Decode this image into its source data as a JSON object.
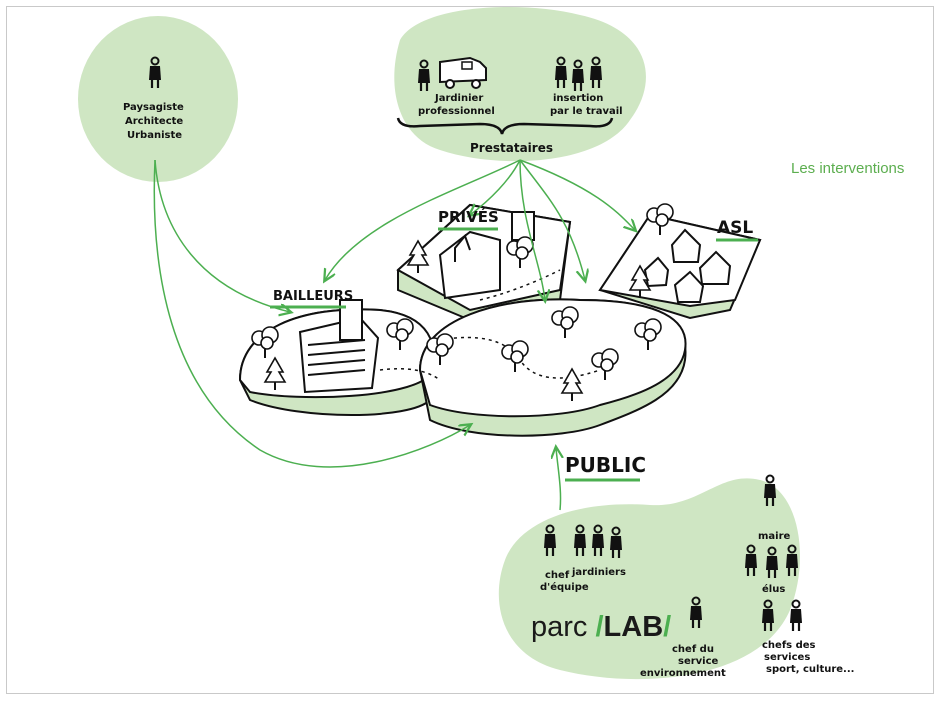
{
  "title": "Les interventions",
  "colors": {
    "accent": "#5cae4f",
    "blob": "#cfe6c3",
    "ink": "#111111",
    "arrow": "#4caf50"
  },
  "groups": {
    "designers": {
      "lines": [
        "Paysagiste",
        "Architecte",
        "Urbaniste"
      ]
    },
    "prestataires": {
      "label": "Prestataires",
      "gardener": [
        "Jardinier",
        "professionnel"
      ],
      "insertion": [
        "insertion",
        "par le travail"
      ]
    }
  },
  "zones": {
    "prives": "PRIVÉS",
    "asl": "ASL",
    "bailleurs": "BAILLEURS",
    "public": "PUBLIC"
  },
  "public_actors": {
    "chef_equipe": [
      "chef",
      "d'équipe"
    ],
    "jardiniers": "jardiniers",
    "maire": "maire",
    "elus": "élus",
    "chef_service_env": [
      "chef du",
      "service",
      "environnement"
    ],
    "chefs_services": [
      "chefs des",
      "services",
      "sport, culture..."
    ]
  },
  "logo": {
    "part1": "parc ",
    "slash": "/",
    "part2": "LAB",
    "slash2": "/"
  },
  "icons": [
    "person-icon",
    "van-icon",
    "tree-icon",
    "house-icon",
    "building-icon"
  ]
}
